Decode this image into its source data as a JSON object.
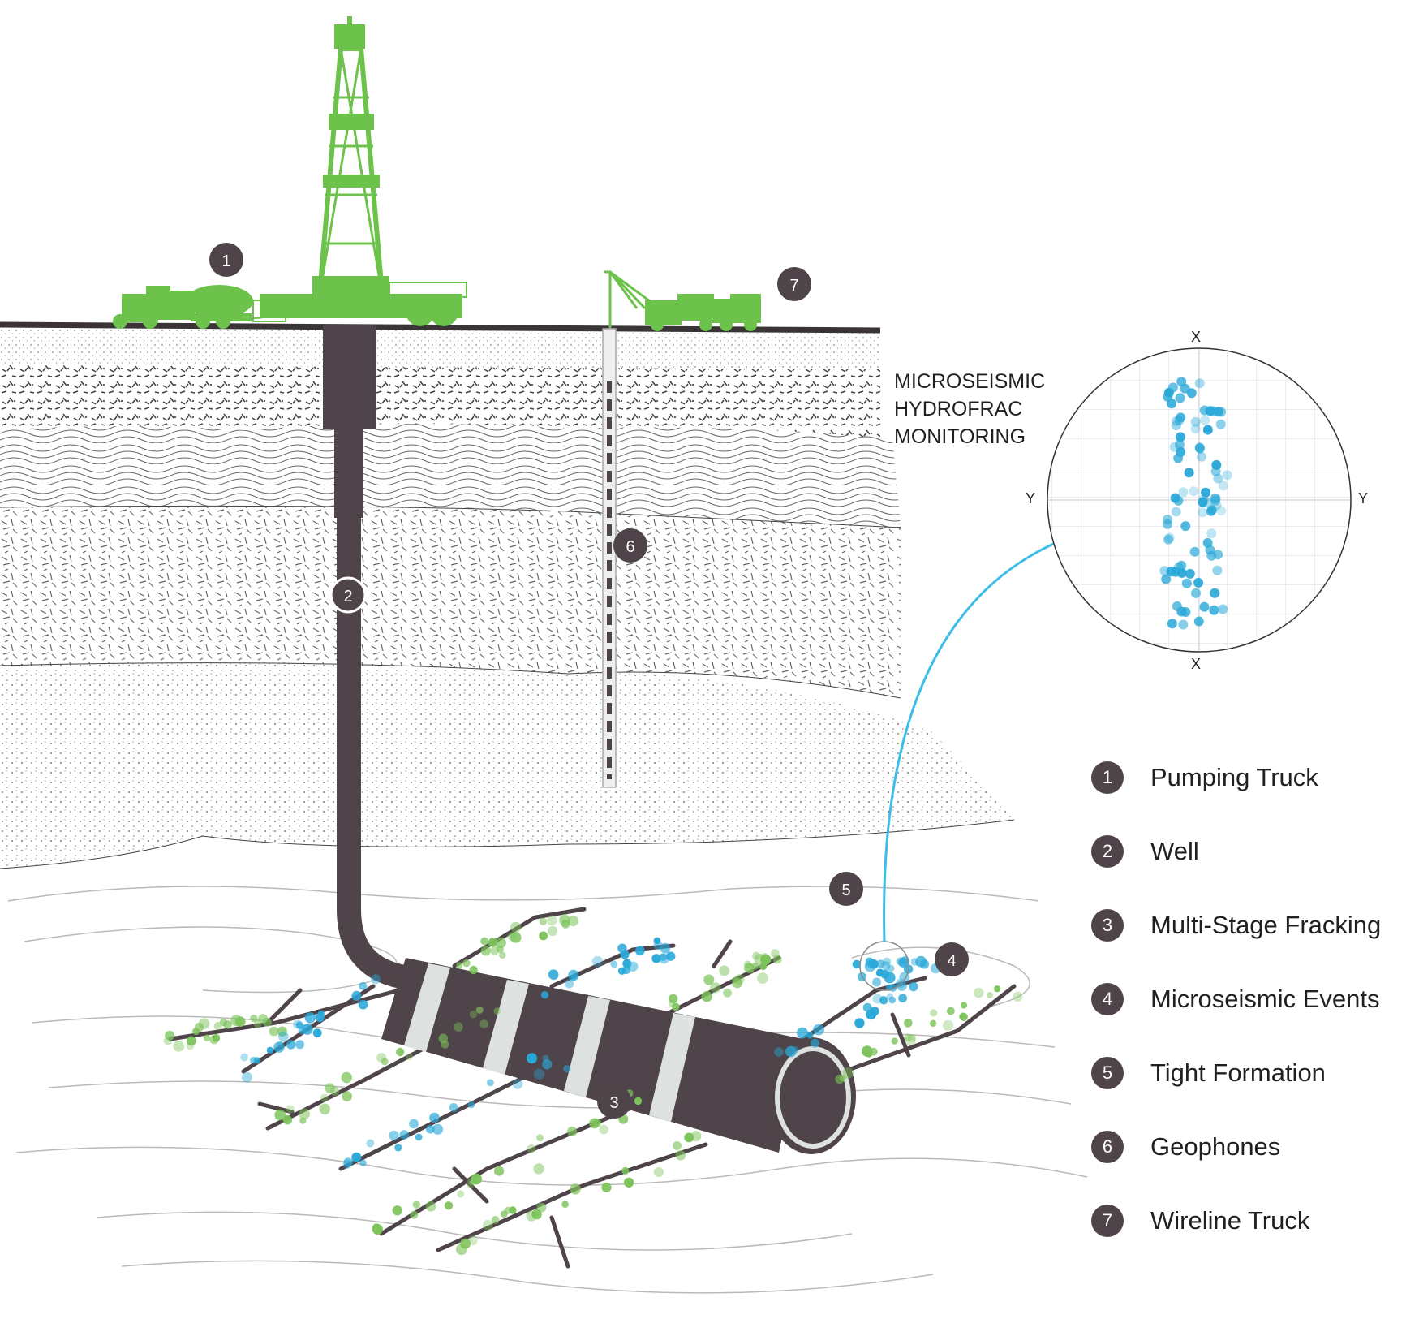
{
  "title_lines": [
    "MICROSEISMIC",
    "HYDROFRAC",
    "MONITORING"
  ],
  "plot_axes": {
    "top": "X",
    "bottom": "X",
    "left": "Y",
    "right": "Y"
  },
  "legend": [
    {
      "number": "1",
      "label": "Pumping Truck"
    },
    {
      "number": "2",
      "label": "Well"
    },
    {
      "number": "3",
      "label": "Multi-Stage Fracking"
    },
    {
      "number": "4",
      "label": "Microseismic Events"
    },
    {
      "number": "5",
      "label": "Tight Formation"
    },
    {
      "number": "6",
      "label": "Geophones"
    },
    {
      "number": "7",
      "label": "Wireline Truck"
    }
  ],
  "callouts": [
    {
      "id": "pumping-truck",
      "number": "1"
    },
    {
      "id": "well",
      "number": "2"
    },
    {
      "id": "fracking",
      "number": "3"
    },
    {
      "id": "microseismic-events",
      "number": "4"
    },
    {
      "id": "tight-formation",
      "number": "5"
    },
    {
      "id": "geophones",
      "number": "6"
    },
    {
      "id": "wireline-truck",
      "number": "7"
    }
  ],
  "colors": {
    "rig_green": "#6cc24a",
    "well_dark": "#4f4449",
    "event_blue": "#29a8d8",
    "event_green": "#7cc35a",
    "arrow_blue": "#3bbde8",
    "ground_line": "#3a3436"
  }
}
